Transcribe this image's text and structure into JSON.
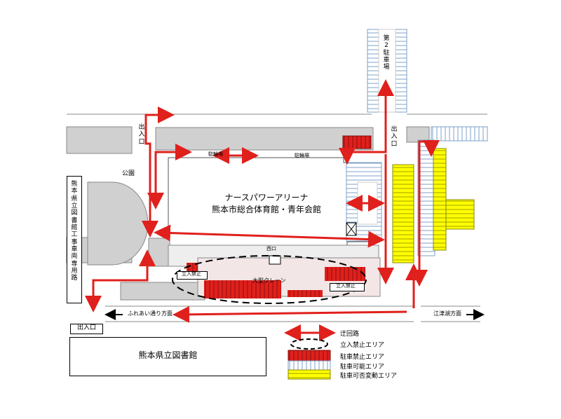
{
  "labels": {
    "parking2": "第2駐車場",
    "exit_left": "出入口",
    "exit_right": "出入口",
    "park": "公園",
    "library_vertical": "熊本県立図書館工事車両専用路",
    "parking_lot_1": "駐輪場",
    "parking_lot_2": "駐輪場",
    "arena_name": "ナースパワーアリーナ",
    "arena_sub": "熊本市総合体育館・青年会館",
    "west_gate": "西口",
    "no_entry_1": "立入禁止",
    "no_entry_2": "立入禁止",
    "crane": "大型クレーン",
    "road_left": "ふれあい通り方面",
    "road_right": "江津湖方面",
    "bottom_exit": "出入口",
    "library": "熊本県立図書館"
  },
  "legend": [
    {
      "type": "arrow",
      "label": "迂回路",
      "color": "#e0201c"
    },
    {
      "type": "ellipse",
      "label": "立入禁止エリア",
      "color": "#000000"
    },
    {
      "type": "red-stripes",
      "label": "駐車禁止エリア",
      "color": "#e0201c"
    },
    {
      "type": "white-stripes",
      "label": "駐車可能エリア",
      "color": "#7da0c8"
    },
    {
      "type": "yellow-stripes",
      "label": "駐車可否変動エリア",
      "color": "#ffff00"
    }
  ],
  "colors": {
    "detour": "#e0201c",
    "building": "#d0d0d0",
    "parking_stripe": "#7da0c8",
    "yellow": "#ffff00"
  }
}
